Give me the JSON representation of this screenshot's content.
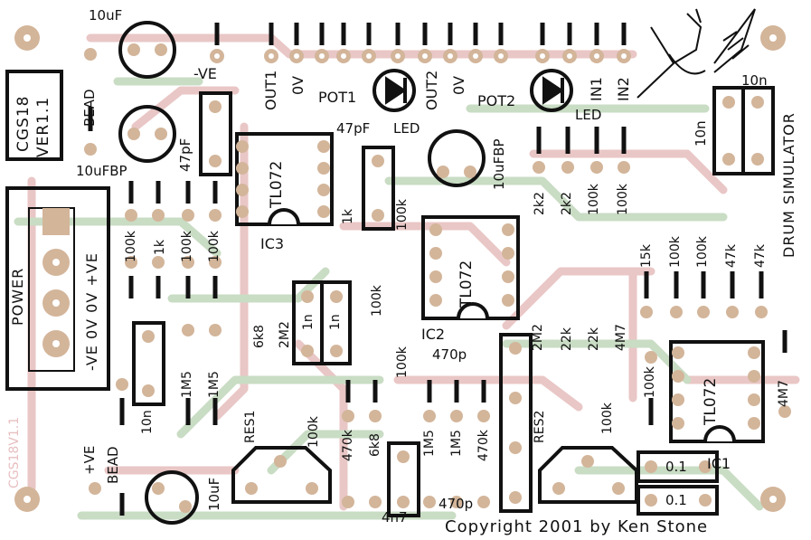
{
  "board": {
    "logo_line1": "CGS18",
    "logo_line2": "VER1.1",
    "ghost_label": "CGS18V1.1",
    "copyright": "Copyright 2001 by Ken Stone",
    "title": "DRUM SIMULATOR"
  },
  "connectors": {
    "power_label": "POWER",
    "power_pins": "-VE 0V 0V +VE",
    "top_pins": [
      "-VE",
      "OUT1",
      "0V",
      "POT1",
      "OUT2",
      "0V",
      "POT2",
      "IN1",
      "IN2"
    ]
  },
  "ics": [
    "IC1",
    "IC2",
    "IC3"
  ],
  "chips": [
    "TL072",
    "TL072",
    "TL072"
  ],
  "components": {
    "c10uF_top": "10uF",
    "bead_top": "BEAD",
    "c10uFBP_left": "10uFBP",
    "c47pF_left": "47pF",
    "c47pF_mid": "47pF",
    "led1": "LED",
    "c10uFBP_mid": "10uFBP",
    "led2": "LED",
    "c10n_top": "10n",
    "c10n_top2": "10n",
    "r_row1": [
      "100k",
      "1k",
      "100k",
      "100k"
    ],
    "r_1k_mid": "1k",
    "r_100k_mid": "100k",
    "r_row_right": [
      "2k2",
      "2k2",
      "100k",
      "100k"
    ],
    "r_row_right2": [
      "15k",
      "100k",
      "100k",
      "47k",
      "47k"
    ],
    "r_6k8": "6k8",
    "r_2M2": "2M2",
    "c_1n_a": "1n",
    "c_1n_b": "1n",
    "r_100k_b": "100k",
    "r_100k_c": "100k",
    "c_470p_a": "470p",
    "r_2M2_b": "2M2",
    "r_22k_a": "22k",
    "r_22k_b": "22k",
    "r_4M7_a": "4M7",
    "r_100k_d": "100k",
    "r_4M7_b": "4M7",
    "r_1M5_a": "1M5",
    "r_1M5_b": "1M5",
    "c_10n_left": "10n",
    "res1": "RES1",
    "r_100k_e": "100k",
    "r_470k_a": "470k",
    "r_6k8_b": "6k8",
    "r_1M5_c": "1M5",
    "r_1M5_d": "1M5",
    "r_470k_b": "470k",
    "res2": "RES2",
    "r_100k_f": "100k",
    "c_01_a": "0.1",
    "c_01_b": "0.1",
    "plus_ve": "+VE",
    "bead_bottom": "BEAD",
    "c10uF_bottom": "10uF",
    "c4n7": "4n7",
    "c470p_b": "470p"
  },
  "colors": {
    "copper_top": "#e9c7c6",
    "copper_bottom": "#c9dcc4",
    "pad": "#d3b59a",
    "silk": "#111111"
  }
}
